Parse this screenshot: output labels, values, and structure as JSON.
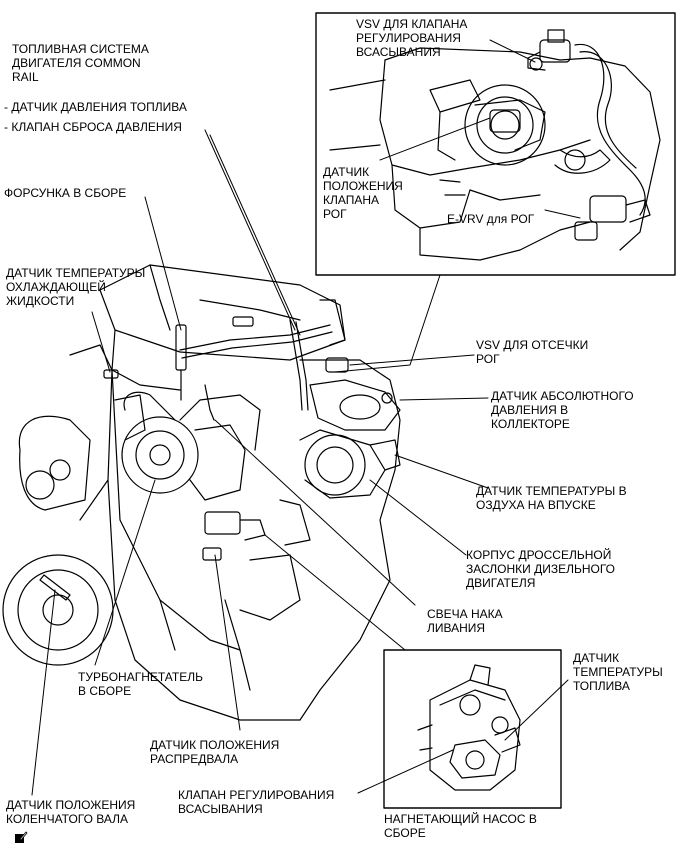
{
  "labels": {
    "fuel_system": "ТОПЛИВНАЯ СИСТЕМА\nДВИГАТЕЛЯ COMMON\nRAIL",
    "fuel_pressure_sensor": "- ДАТЧИК ДАВЛЕНИЯ ТОПЛИВА",
    "pressure_relief_valve": "- КЛАПАН СБРОСА ДАВЛЕНИЯ",
    "injector": "ФОРСУНКА В СБОРЕ",
    "coolant_temp_sensor": "ДАТЧИК ТЕМПЕРАТУРЫ\nОХЛАЖДАЮЩЕЙ\nЖИДКОСТИ",
    "vsv_intake": "VSV ДЛЯ КЛАПАНА\nРЕГУЛИРОВАНИЯ\nВСАСЫВАНИЯ",
    "egr_position_sensor": "ДАТЧИК\nПОЛОЖЕНИЯ\nКЛАПАНА\nРОГ",
    "evrv_egr": "E-VRV для РОГ",
    "vsv_egr_cutoff": "VSV ДЛЯ ОТСЕЧКИ\nРОГ",
    "map_sensor": "ДАТЧИК АБСОЛЮТНОГО\nДАВЛЕНИЯ В\nКОЛЛЕКТОРЕ",
    "intake_air_temp_sensor": "ДАТЧИК ТЕМПЕРАТУРЫ В\nОЗДУХА НА ВПУСКЕ",
    "throttle_body": "КОРПУС ДРОССЕЛЬНОЙ\nЗАСЛОНКИ ДИЗЕЛЬНОГО\nДВИГАТЕЛЯ",
    "glow_plug": "СВЕЧА НАКА\nЛИВАНИЯ",
    "turbocharger": "ТУРБОНАГНЕТАТЕЛЬ\nВ СБОРЕ",
    "camshaft_position_sensor": "ДАТЧИК ПОЛОЖЕНИЯ\nРАСПРЕДВАЛА",
    "crankshaft_position_sensor": "ДАТЧИК ПОЛОЖЕНИЯ\nКОЛЕНЧАТОГО ВАЛА",
    "suction_control_valve": "КЛАПАН РЕГУЛИРОВАНИЯ\nВСАСЫВАНИЯ",
    "fuel_temp_sensor": "ДАТЧИК\nТЕМПЕРАТУРЫ\nТОПЛИВА",
    "supply_pump": "НАГНЕТАЮЩИЙ НАСОС В\nСБОРЕ"
  },
  "icons": {
    "corner_mark": "pencil-note-icon"
  },
  "colors": {
    "line": "#000000",
    "background": "#ffffff"
  }
}
